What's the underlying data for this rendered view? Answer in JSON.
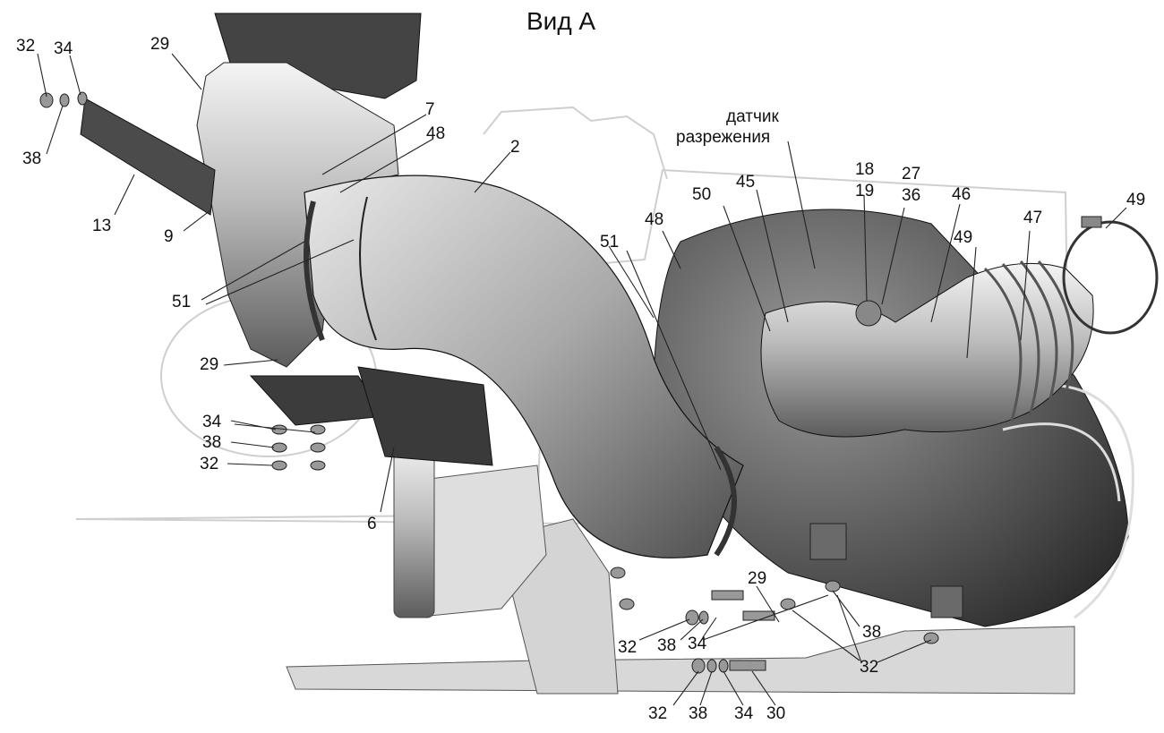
{
  "title": "Вид А",
  "sensor_label": [
    "датчик",
    "разрежения"
  ],
  "callouts": [
    "32",
    "34",
    "38",
    "29",
    "7",
    "48",
    "2",
    "13",
    "9",
    "51",
    "29",
    "34",
    "38",
    "32",
    "6",
    "50",
    "45",
    "18",
    "19",
    "27",
    "36",
    "46",
    "48",
    "51",
    "49",
    "47",
    "49",
    "29",
    "32",
    "38",
    "34",
    "38",
    "32",
    "32",
    "38",
    "34",
    "30"
  ],
  "colors": {
    "metal": "#bdbdbd",
    "dark": "#4a4a4a",
    "line": "#222222",
    "watermark": "#cfcfcf"
  }
}
